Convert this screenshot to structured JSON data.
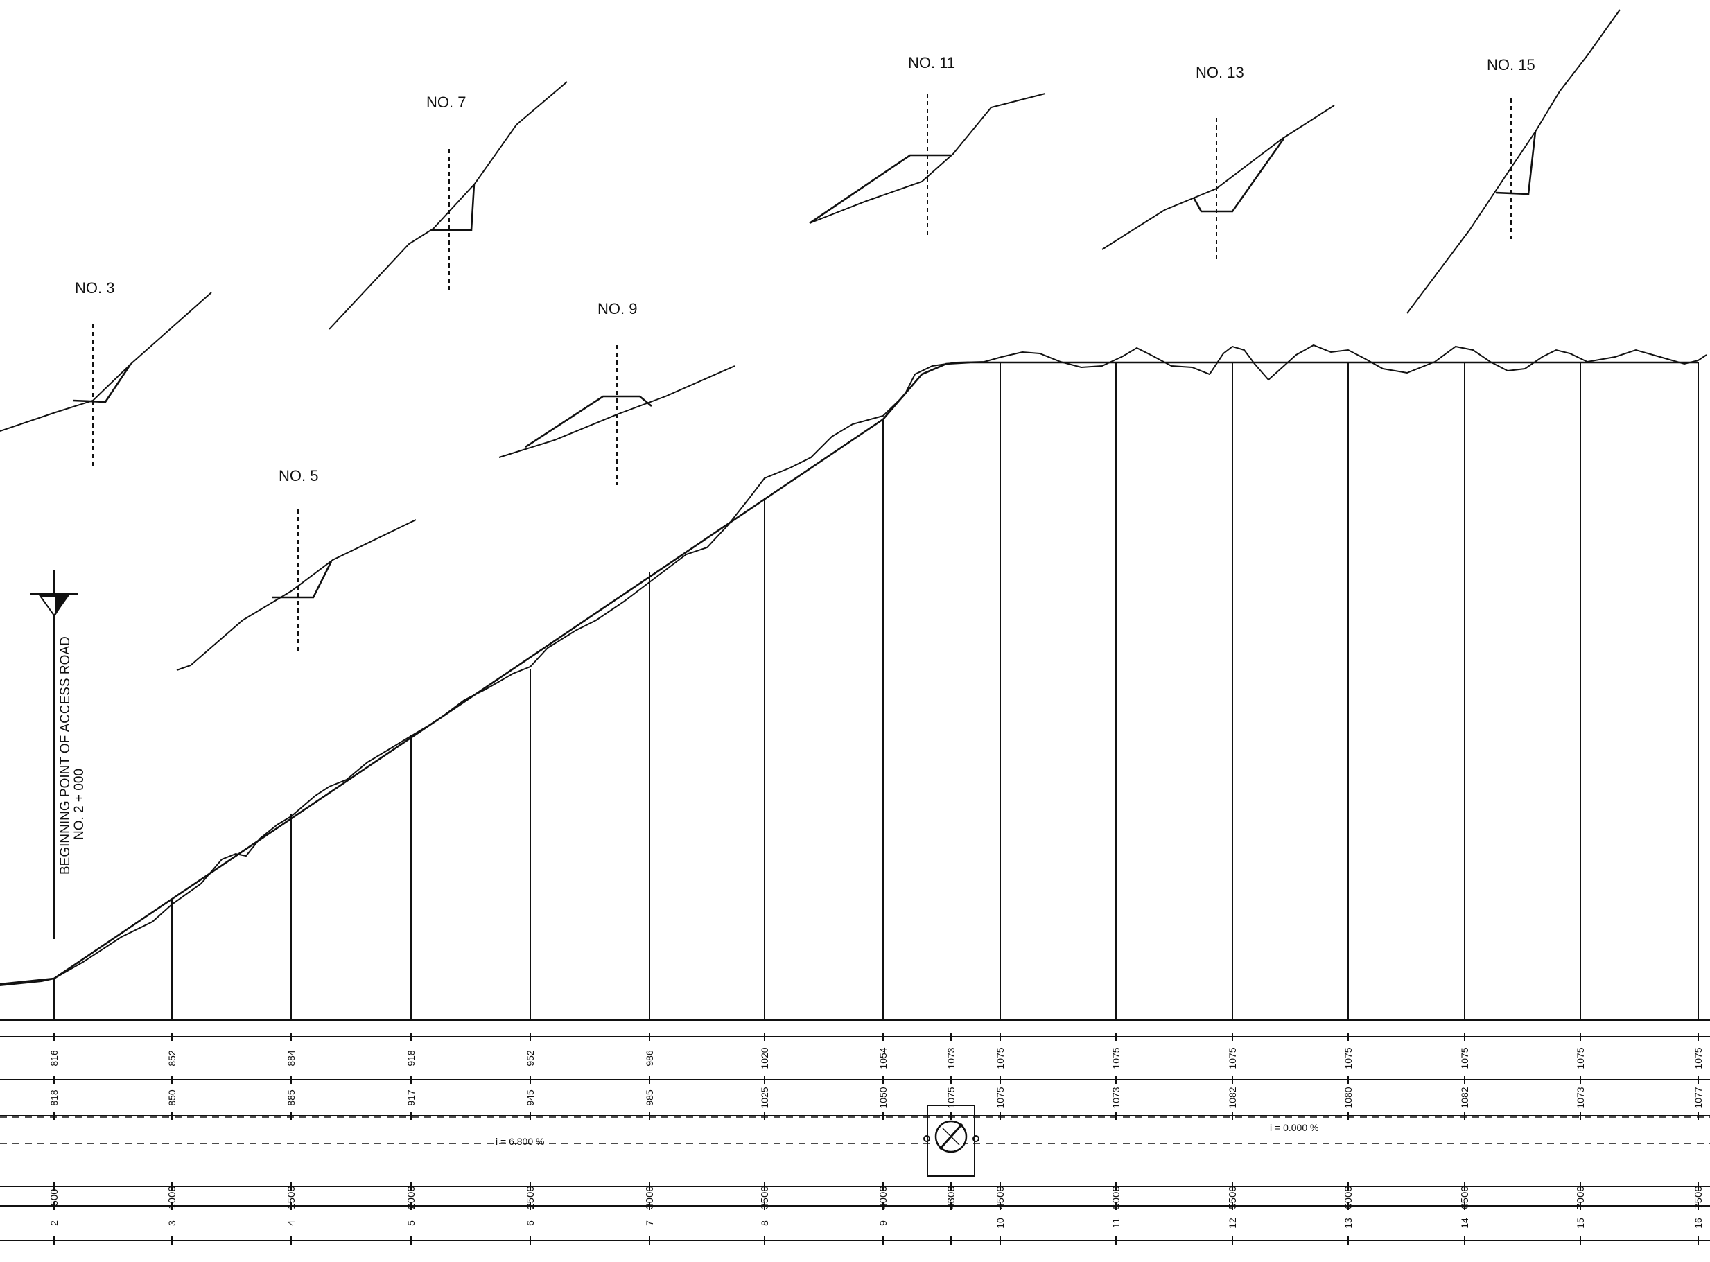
{
  "sections": [
    {
      "id": "s3",
      "label": "NO. 3"
    },
    {
      "id": "s5",
      "label": "NO. 5"
    },
    {
      "id": "s7",
      "label": "NO. 7"
    },
    {
      "id": "s9",
      "label": "NO. 9"
    },
    {
      "id": "s11",
      "label": "NO. 11"
    },
    {
      "id": "s13",
      "label": "NO. 13"
    },
    {
      "id": "s15",
      "label": "NO. 15"
    }
  ],
  "beginning_point": {
    "line1": "BEGINNING POINT OF ACCESS ROAD",
    "line2": "NO. 2 + 000"
  },
  "grades": {
    "ascending": "i = 6.800 %",
    "level": "i = 0.000 %"
  },
  "ground_elevations": [
    "816",
    "852",
    "884",
    "918",
    "952",
    "986",
    "1020",
    "1054",
    "1073",
    "1075",
    "1075",
    "1075",
    "1075",
    "1075",
    "1075",
    "1075"
  ],
  "design_elevations": [
    "818",
    "850",
    "885",
    "917",
    "945",
    "985",
    "1025",
    "1050",
    "1075",
    "1075",
    "1073",
    "1082",
    "1080",
    "1082",
    "1073",
    "1077"
  ],
  "distances": [
    "500",
    "1000",
    "1500",
    "2000",
    "2500",
    "3000",
    "3500",
    "4000",
    "4300",
    "4500",
    "5000",
    "5500",
    "6000",
    "6500",
    "7000",
    "7500"
  ],
  "stations": [
    "2",
    "3",
    "4",
    "5",
    "6",
    "7",
    "8",
    "9",
    "10",
    "11",
    "12",
    "13",
    "14",
    "15",
    "16"
  ]
}
